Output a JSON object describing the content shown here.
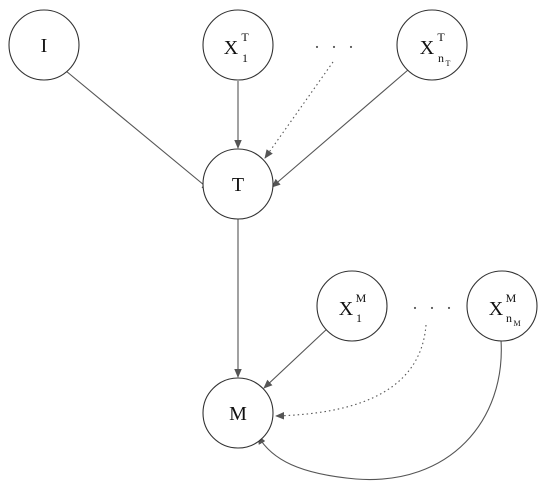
{
  "nodes": {
    "I": {
      "main": "I"
    },
    "XT1": {
      "main": "X",
      "sup": "T",
      "sub": "1"
    },
    "XTn": {
      "main": "X",
      "sup": "T",
      "sub": "n",
      "subsub": "T"
    },
    "T": {
      "main": "T"
    },
    "XM1": {
      "main": "X",
      "sup": "M",
      "sub": "1"
    },
    "XMn": {
      "main": "X",
      "sup": "M",
      "sub": "n",
      "subsub": "M"
    },
    "M": {
      "main": "M"
    }
  },
  "ellipsis": {
    "top": ". . .",
    "bottom": ". . ."
  },
  "edges": [
    {
      "from": "I",
      "to": "T",
      "style": "solid"
    },
    {
      "from": "XT1",
      "to": "T",
      "style": "solid"
    },
    {
      "from": "ellipsis-top",
      "to": "T",
      "style": "dotted"
    },
    {
      "from": "XTn",
      "to": "T",
      "style": "solid"
    },
    {
      "from": "T",
      "to": "M",
      "style": "solid"
    },
    {
      "from": "XM1",
      "to": "M",
      "style": "solid"
    },
    {
      "from": "ellipsis-bottom",
      "to": "M",
      "style": "dotted"
    },
    {
      "from": "XMn",
      "to": "M",
      "style": "solid"
    }
  ],
  "colors": {
    "node_stroke": "#333333",
    "edge": "#555555",
    "background": "#ffffff"
  }
}
